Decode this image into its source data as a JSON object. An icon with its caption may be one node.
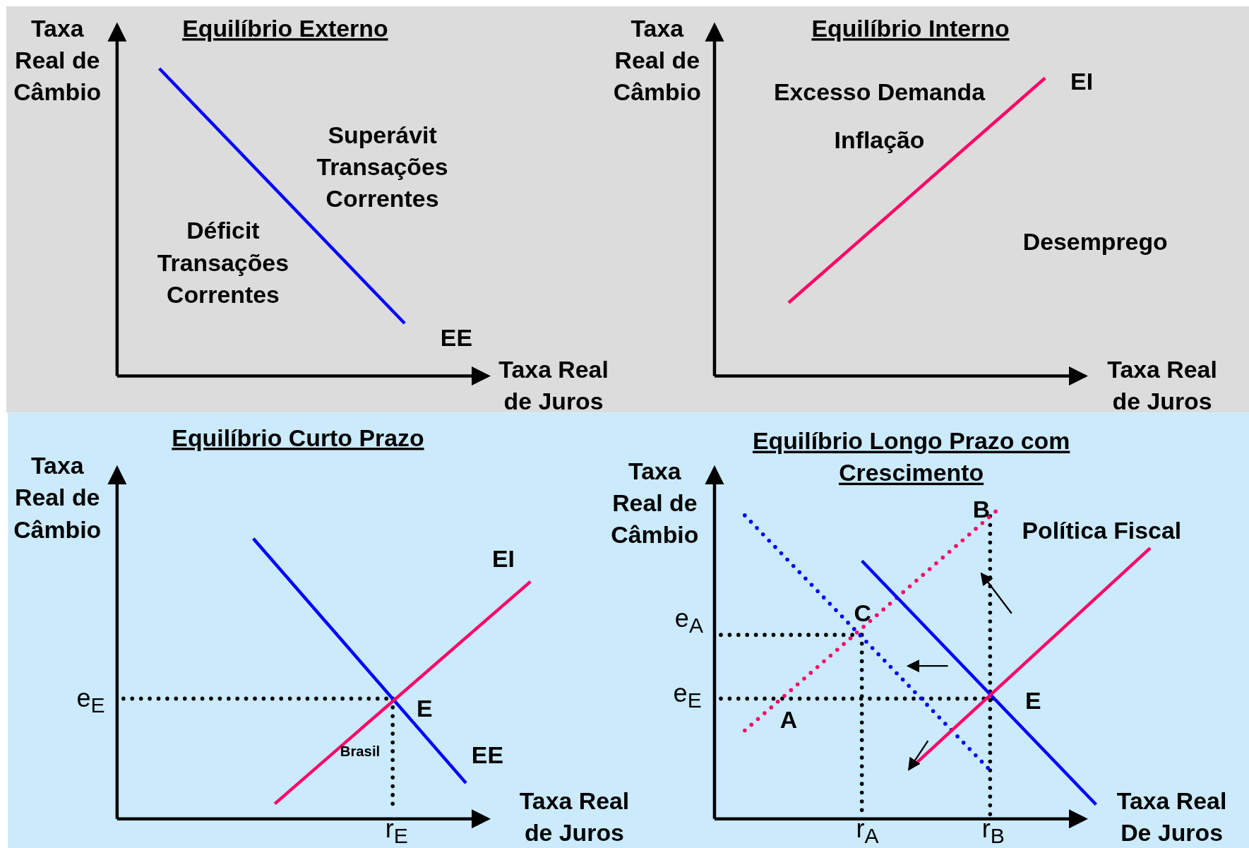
{
  "diagram": {
    "labels": [
      "Taxa Real de Câmbio",
      "Equilíbrio Externo",
      "Superávit Transações Correntes",
      "Déficit Transações Correntes",
      "EE",
      "Taxa Real de Juros",
      "Taxa Real de Câmbio",
      "Equilíbrio Interno",
      "Excesso Demanda",
      "EI",
      "Inflação",
      "Desemprego",
      "Taxa Real de Juros",
      "Equilíbrio Curto Prazo",
      "Taxa Real de Câmbio",
      "EI",
      "e$_{E}$",
      "E",
      "Brasil",
      "EE",
      "Taxa Real de Juros",
      "r$_{E}$",
      "Equilíbrio Longo Prazo com Crescimento",
      "Taxa Real de Câmbio",
      "B",
      "Política Fiscal",
      "e$_{A}$",
      "C",
      "e$_{E}$",
      "E",
      "A",
      "Taxa Real De Juros",
      "r$_{A}$",
      "r$_{B}$"
    ]
  }
}
